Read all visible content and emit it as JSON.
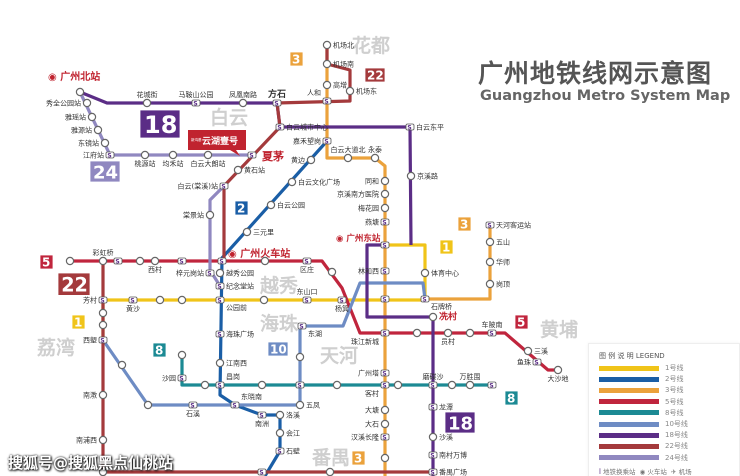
{
  "header": {
    "title": "广州地铁线网示意图",
    "subtitle": "Guangzhou Metro System Map"
  },
  "districts": [
    "花都",
    "白云",
    "越秀",
    "海珠",
    "天河",
    "荔湾",
    "番禺",
    "黄埔"
  ],
  "rail_stations": [
    "广州北站",
    "广州火车站",
    "广州东站"
  ],
  "highlight": {
    "callout": "云湖壹号",
    "callout_small": "新鸿基",
    "place": "夏茅",
    "color": "#c0232f"
  },
  "lines": [
    {
      "id": "1",
      "name": "1号线",
      "color": "#f0c419"
    },
    {
      "id": "2",
      "name": "2号线",
      "color": "#1a5ea6"
    },
    {
      "id": "3",
      "name": "3号线",
      "color": "#eba23c"
    },
    {
      "id": "5",
      "name": "5号线",
      "color": "#c0253d"
    },
    {
      "id": "8",
      "name": "8号线",
      "color": "#1c8a94"
    },
    {
      "id": "10",
      "name": "10号线",
      "color": "#6e8cc4"
    },
    {
      "id": "18",
      "name": "18号线",
      "color": "#5b2d86"
    },
    {
      "id": "22",
      "name": "22号线",
      "color": "#a43a3c"
    },
    {
      "id": "24",
      "name": "24号线",
      "color": "#9088c0"
    }
  ],
  "stations": [
    "秀全公园站",
    "雅瑶站",
    "雅源站",
    "东镜站",
    "江府站",
    "桃源站",
    "均禾站",
    "白云大朗站",
    "花城街",
    "马鞍山公园",
    "凤凰南路",
    "方石",
    "人和",
    "白云城市中心",
    "机场北",
    "机场南",
    "高增",
    "机场东",
    "嘉禾望岗",
    "黄边",
    "白云文化广场",
    "白云公园",
    "三元里",
    "黄石站",
    "白云(棠溪)站",
    "棠景站",
    "白云大道北",
    "永泰",
    "同和",
    "京溪南方医院",
    "梅花园",
    "燕塘",
    "林和西",
    "白云东平",
    "京溪路",
    "体育中心",
    "石牌桥",
    "天河客运站",
    "五山",
    "华师",
    "岗顶",
    "彩虹桥",
    "西村",
    "区庄",
    "杨箕",
    "珠江新城",
    "员村",
    "车陂南",
    "三溪",
    "鱼珠",
    "大沙地",
    "梓元岗站",
    "越秀公园",
    "纪念堂站",
    "公园前",
    "芳村",
    "黄沙",
    "东山口",
    "西塱",
    "海珠广场",
    "江南西",
    "昌岗",
    "东晓南",
    "南洲",
    "洛溪",
    "会江",
    "石壁",
    "沙园",
    "客村",
    "磨碟沙",
    "万胜围",
    "东湖",
    "五凤",
    "石溪",
    "冼村",
    "龙潭",
    "沙溪",
    "南村万博",
    "番禺广场",
    "广州塔",
    "大塘",
    "大石",
    "汉溪长隆",
    "南漖",
    "南浦西"
  ],
  "legend": {
    "title": "图 例 说 明   LEGEND",
    "transfer": "地铁换乘站",
    "rail": "火车站",
    "airport": "机场"
  },
  "watermark": "搜狐号@搜狐黑点仙桃站"
}
